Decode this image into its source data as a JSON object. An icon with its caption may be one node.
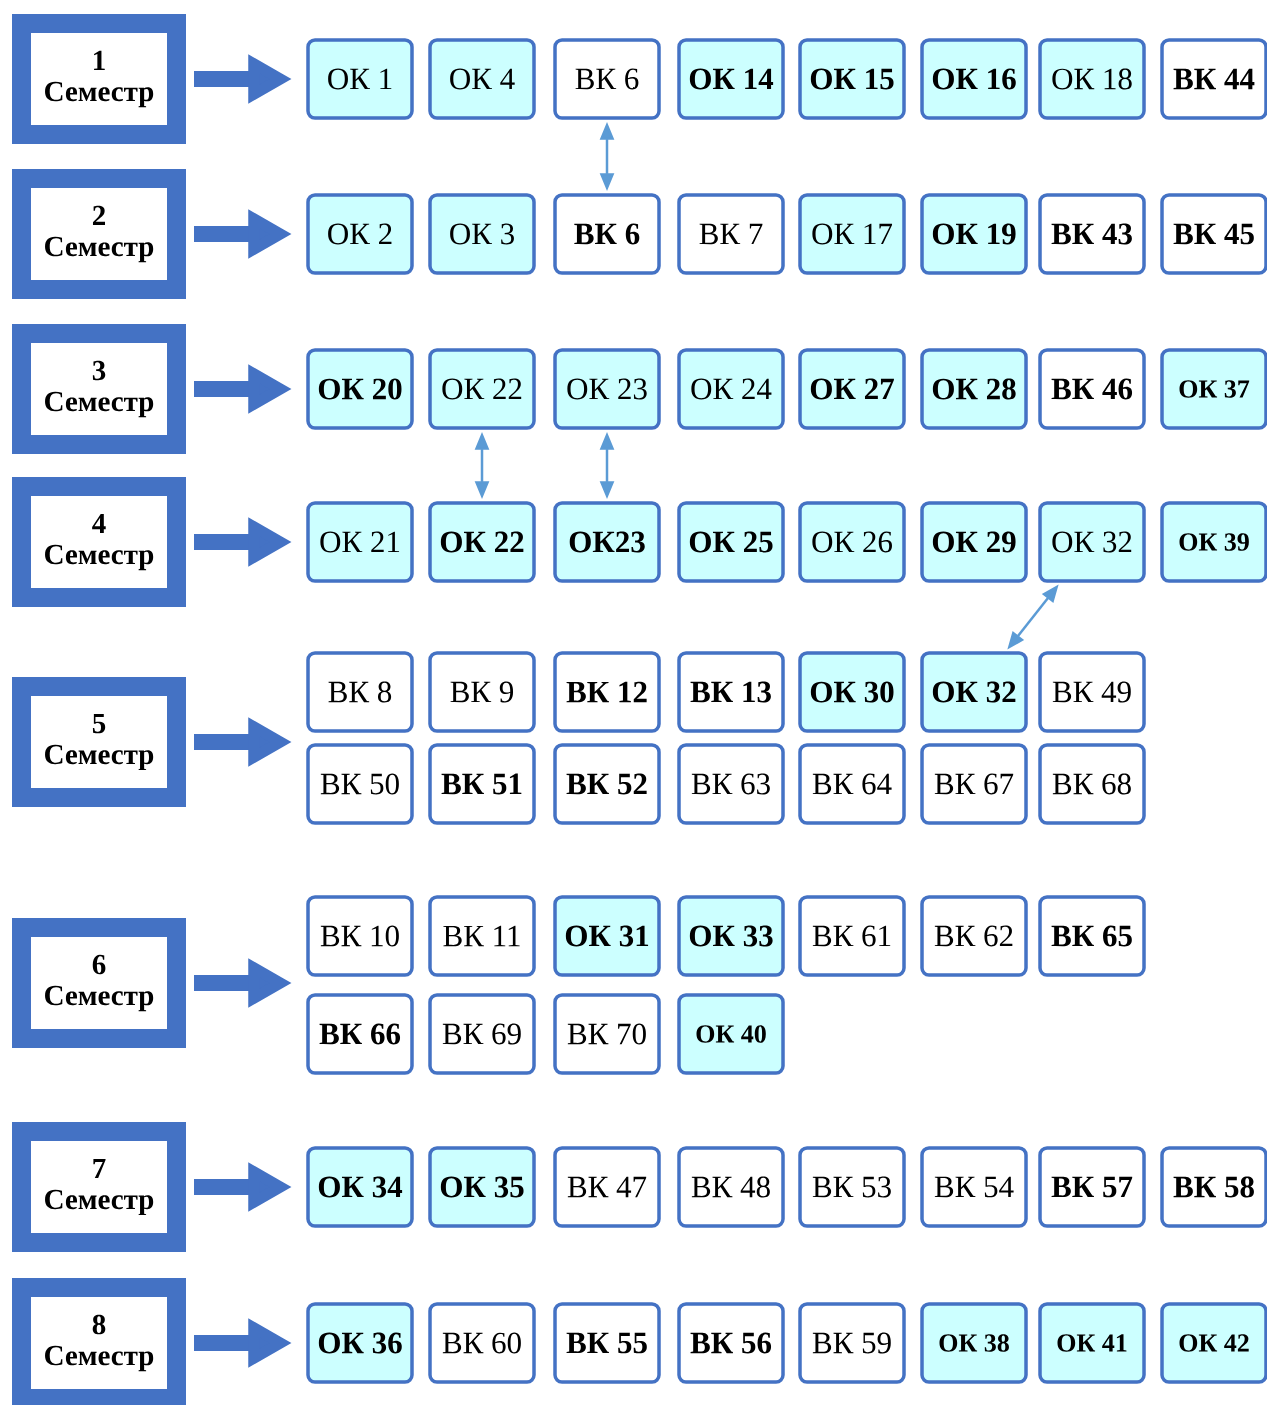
{
  "diagram": {
    "nodes": [
      {
        "text": [
          "1 Семестр"
        ]
      },
      {
        "text": [
          "ОК 1"
        ]
      },
      {
        "text": [
          "ОК 4"
        ]
      },
      {
        "text": [
          "ВК 6"
        ]
      },
      {
        "text": [
          "ОК 14"
        ]
      },
      {
        "text": [
          "ОК 15"
        ]
      },
      {
        "text": [
          "ОК 16"
        ]
      },
      {
        "text": [
          "ОК 18"
        ]
      },
      {
        "text": [
          "ВК 44"
        ]
      },
      {
        "text": [
          "2 Семестр"
        ]
      },
      {
        "text": [
          "ОК 2"
        ]
      },
      {
        "text": [
          "ОК 3"
        ]
      },
      {
        "text": [
          "ВК 6"
        ]
      },
      {
        "text": [
          "ВК 7"
        ]
      },
      {
        "text": [
          "ОК 17"
        ]
      },
      {
        "text": [
          "ОК 19"
        ]
      },
      {
        "text": [
          "ВК 43"
        ]
      },
      {
        "text": [
          "ВК 45"
        ]
      },
      {
        "text": [
          "3 Семестр"
        ]
      },
      {
        "text": [
          "ОК 20"
        ]
      },
      {
        "text": [
          "ОК 22"
        ]
      },
      {
        "text": [
          "ОК 23"
        ]
      },
      {
        "text": [
          "ОК 24"
        ]
      },
      {
        "text": [
          "ОК 27"
        ]
      },
      {
        "text": [
          "ОК 28"
        ]
      },
      {
        "text": [
          "ВК 46"
        ]
      },
      {
        "text": [
          "ОК 37"
        ]
      },
      {
        "text": [
          "4 Семестр"
        ]
      },
      {
        "text": [
          "ОК 21"
        ]
      },
      {
        "text": [
          "ОК 22"
        ]
      },
      {
        "text": [
          "ОК23"
        ]
      },
      {
        "text": [
          "ОК 25"
        ]
      },
      {
        "text": [
          "ОК 26"
        ]
      },
      {
        "text": [
          "ОК 29"
        ]
      },
      {
        "text": [
          "ОК 32"
        ]
      },
      {
        "text": [
          "ОК 39"
        ]
      },
      {
        "text": [
          "5 Семестр"
        ]
      },
      {
        "text": [
          "ВК 8"
        ]
      },
      {
        "text": [
          "ВК 9"
        ]
      },
      {
        "text": [
          "ВК 12"
        ]
      },
      {
        "text": [
          "ВК 13"
        ]
      },
      {
        "text": [
          "ОК 30"
        ]
      },
      {
        "text": [
          "ОК 32"
        ]
      },
      {
        "text": [
          "ВК 49"
        ]
      },
      {
        "text": [
          "ВК 50"
        ]
      },
      {
        "text": [
          "ВК 51"
        ]
      },
      {
        "text": [
          "ВК 52"
        ]
      },
      {
        "text": [
          "ВК 63"
        ]
      },
      {
        "text": [
          "ВК 64"
        ]
      },
      {
        "text": [
          "ВК 67"
        ]
      },
      {
        "text": [
          "ВК 68"
        ]
      },
      {
        "text": [
          "6 Семестр"
        ]
      },
      {
        "text": [
          "ВК 10"
        ]
      },
      {
        "text": [
          "ВК 11"
        ]
      },
      {
        "text": [
          "ОК 31"
        ]
      },
      {
        "text": [
          "ОК 33"
        ]
      },
      {
        "text": [
          "ВК 61"
        ]
      },
      {
        "text": [
          "ВК 62"
        ]
      },
      {
        "text": [
          "ВК 65"
        ]
      },
      {
        "text": [
          "ВК 66"
        ]
      },
      {
        "text": [
          "ВК 69"
        ]
      },
      {
        "text": [
          "ВК 70"
        ]
      },
      {
        "text": [
          "ОК 40"
        ]
      },
      {
        "text": [
          "7 Семестр"
        ]
      },
      {
        "text": [
          "ОК 34"
        ]
      },
      {
        "text": [
          "ОК 35"
        ]
      },
      {
        "text": [
          "ВК 47"
        ]
      },
      {
        "text": [
          "ВК 48"
        ]
      },
      {
        "text": [
          "ВК 53"
        ]
      },
      {
        "text": [
          "ВК 54"
        ]
      },
      {
        "text": [
          "ВК 57"
        ]
      },
      {
        "text": [
          "ВК 58"
        ]
      },
      {
        "text": [
          "8 Семестр"
        ]
      },
      {
        "text": [
          "ОК 36"
        ]
      },
      {
        "text": [
          "ВК 60"
        ]
      },
      {
        "text": [
          "ВК 55"
        ]
      },
      {
        "text": [
          "ВК 56"
        ]
      },
      {
        "text": [
          "ВК 59"
        ]
      },
      {
        "text": [
          "ОК 38"
        ]
      },
      {
        "text": [
          "ОК 41"
        ]
      },
      {
        "text": [
          "ОК 42"
        ]
      }
    ],
    "edges": [
      {
        "from": 0,
        "to": 1,
        "arrow": "to"
      },
      {
        "from": 9,
        "to": 10,
        "arrow": "to"
      },
      {
        "from": 18,
        "to": 19,
        "arrow": "to"
      },
      {
        "from": 27,
        "to": 28,
        "arrow": "to"
      },
      {
        "from": 36,
        "to": 37,
        "arrow": "to"
      },
      {
        "from": 51,
        "to": 52,
        "arrow": "to"
      },
      {
        "from": 63,
        "to": 64,
        "arrow": "to"
      },
      {
        "from": 72,
        "to": 73,
        "arrow": "to"
      },
      {
        "from": 3,
        "to": 12,
        "arrow": "both",
        "color": "#5b9bd5"
      },
      {
        "from": 20,
        "to": 29,
        "arrow": "both",
        "color": "#5b9bd5"
      },
      {
        "from": 21,
        "to": 30,
        "arrow": "both",
        "color": "#5b9bd5"
      },
      {
        "from": 34,
        "to": 42,
        "arrow": "both",
        "color": "#5b9bd5"
      }
    ]
  }
}
